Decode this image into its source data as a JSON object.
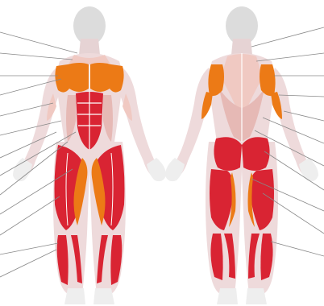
{
  "figures": [
    {
      "id": "front",
      "view": "front"
    },
    {
      "id": "back",
      "view": "back"
    }
  ],
  "colors": {
    "head": "#dcdcdc",
    "skin": "#eedadb",
    "skin_line": "#ffffff",
    "muscle_red": "#d92433",
    "muscle_red_dark": "#a8101e",
    "muscle_orange": "#ec7a16",
    "muscle_orange_light": "#f5a14a",
    "leader_line": "#888888"
  },
  "leader_lines": {
    "front": 13,
    "back": 10
  }
}
